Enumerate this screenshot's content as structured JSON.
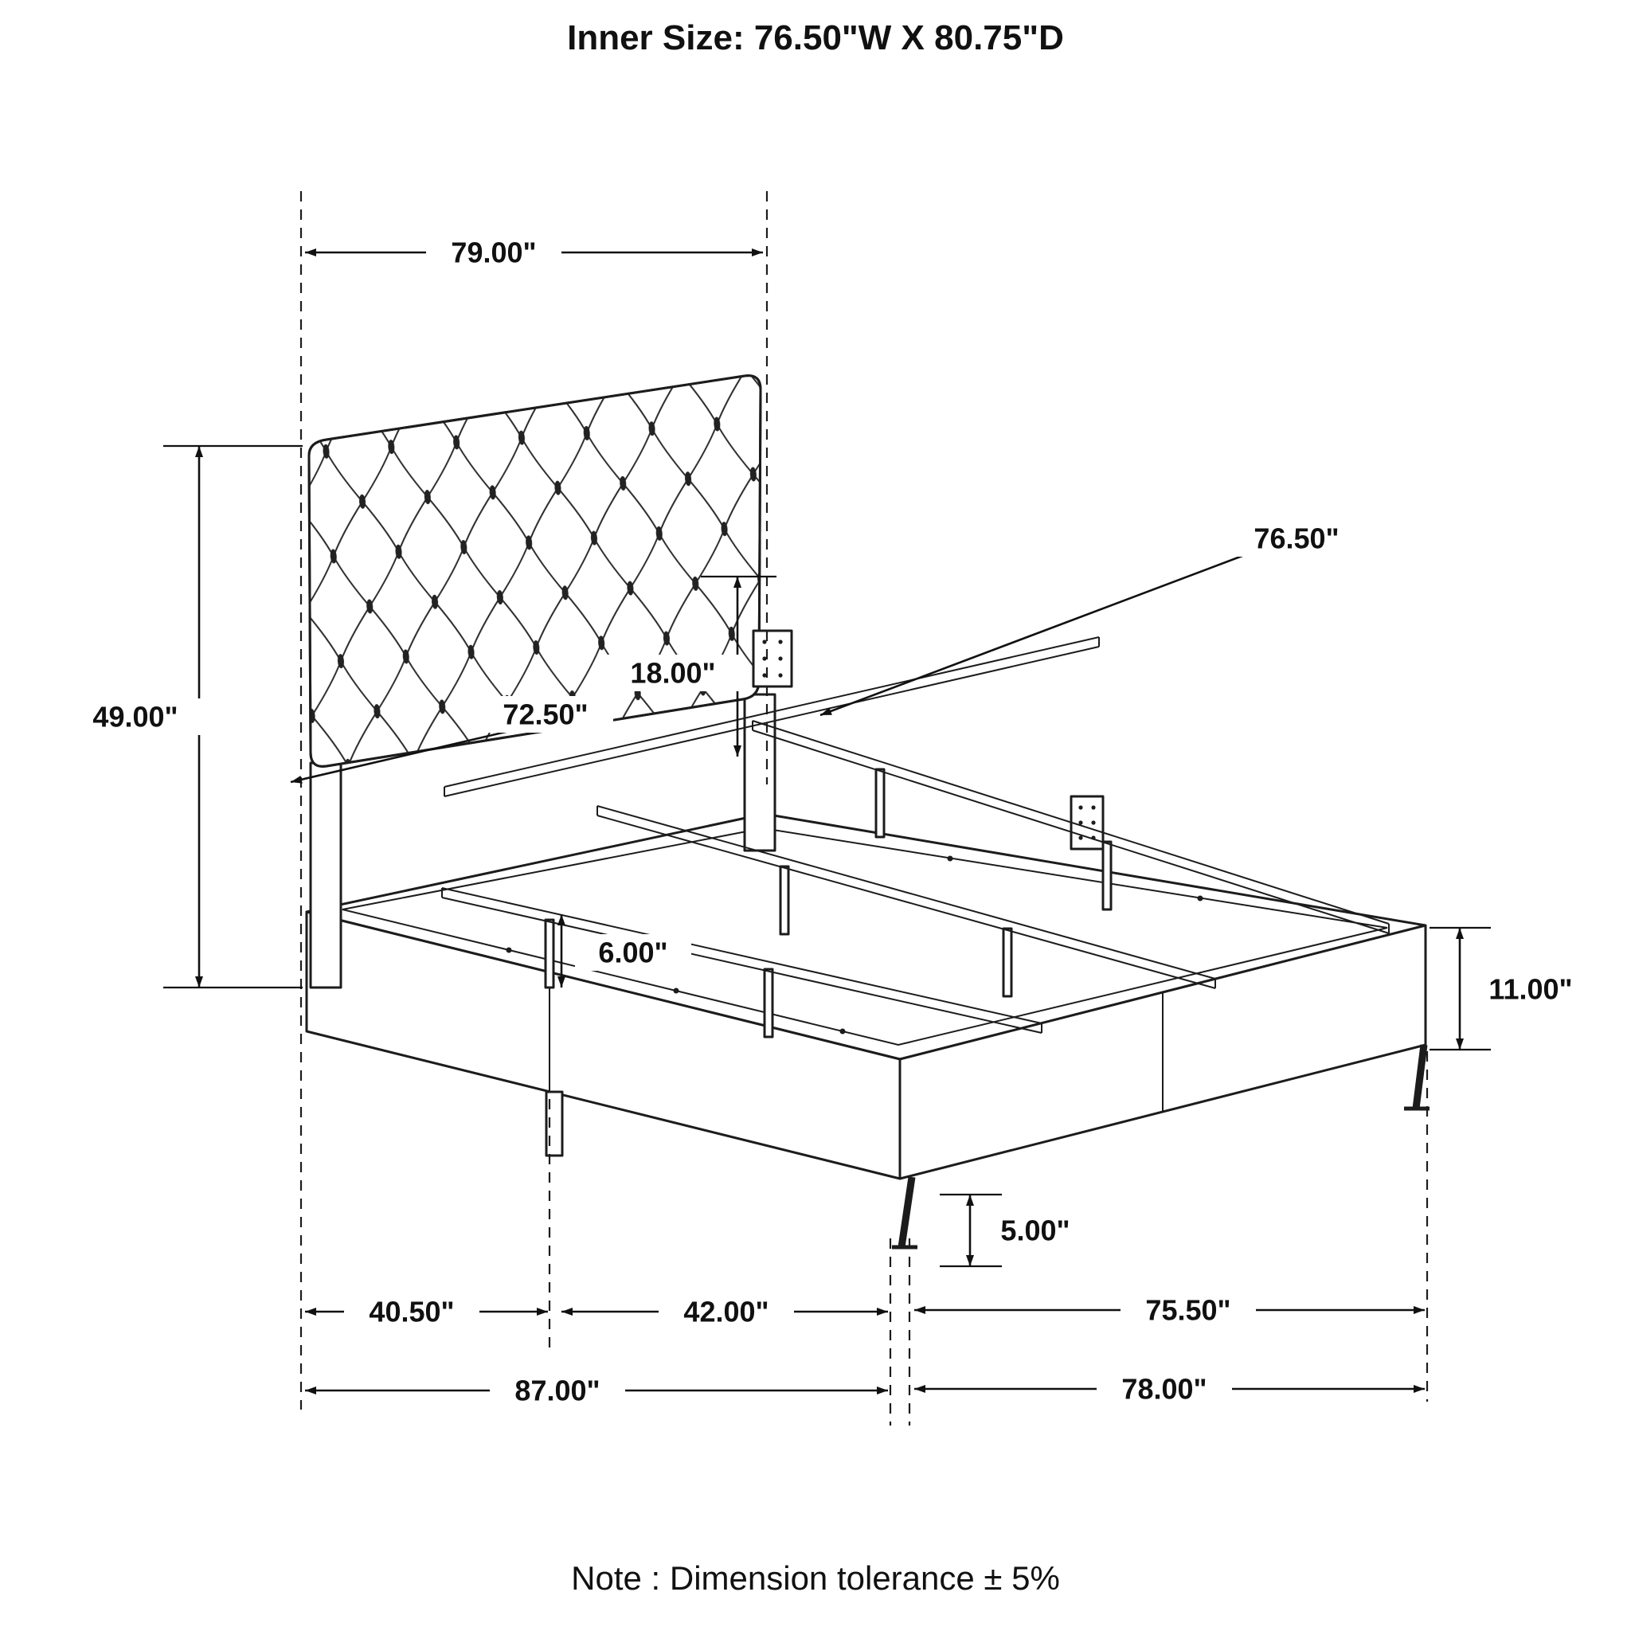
{
  "title": "Inner Size: 76.50\"W X 80.75\"D",
  "note": "Note : Dimension tolerance  ± 5%",
  "colors": {
    "line": "#1c1c1c",
    "background": "#ffffff"
  },
  "dims": {
    "d79": "79.00\"",
    "d76_5": "76.50\"",
    "d18": "18.00\"",
    "d72_5": "72.50\"",
    "d49": "49.00\"",
    "d6": "6.00\"",
    "d11": "11.00\"",
    "d5": "5.00\"",
    "d40_5": "40.50\"",
    "d42": "42.00\"",
    "d75_5": "75.50\"",
    "d87": "87.00\"",
    "d78": "78.00\""
  }
}
